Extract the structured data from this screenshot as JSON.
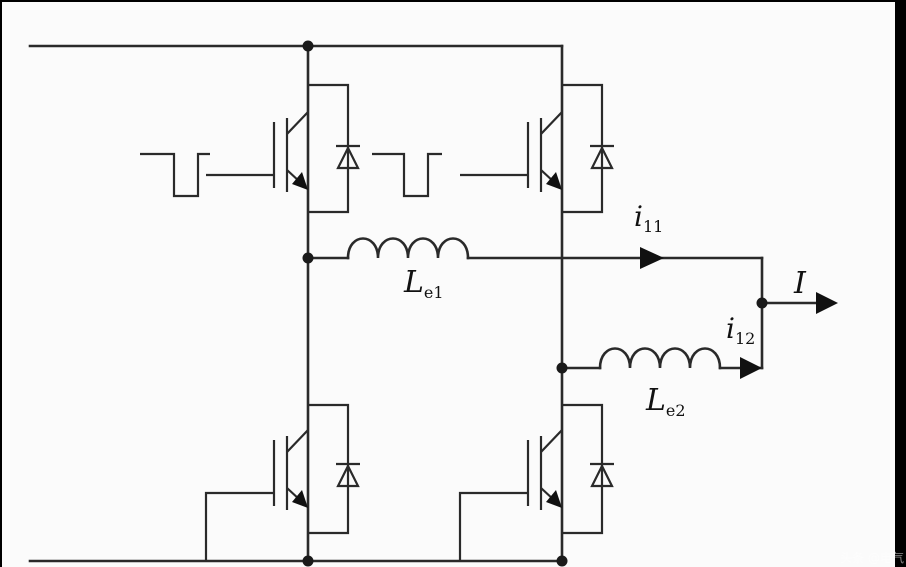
{
  "diagram": {
    "inductor_1": {
      "name": "L",
      "subscript": "e1"
    },
    "inductor_2": {
      "name": "L",
      "subscript": "e2"
    },
    "current_1": {
      "name": "i",
      "subscript": "11"
    },
    "current_2": {
      "name": "i",
      "subscript": "12"
    },
    "output_current": {
      "name": "I"
    }
  },
  "watermark": {
    "text": "头条 @电气"
  }
}
